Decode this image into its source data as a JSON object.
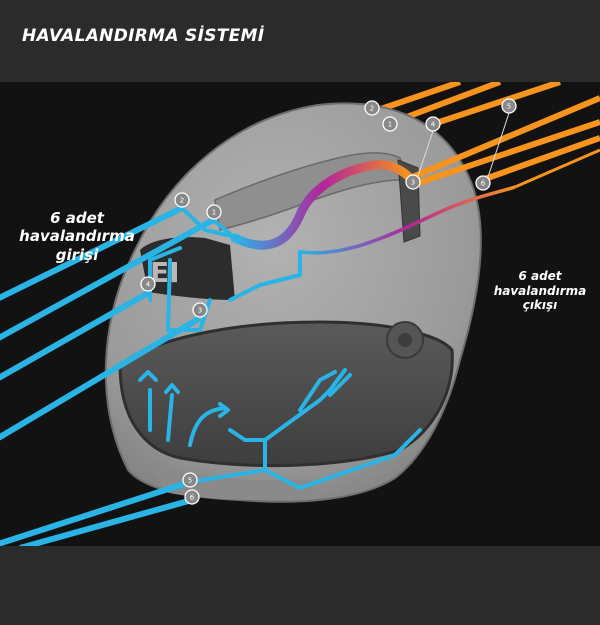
{
  "header": {
    "title": "HAVALANDIRMA SİSTEMİ"
  },
  "intake_label": {
    "line1": "6  adet",
    "line2": "havalandırma",
    "line3": "girişi"
  },
  "exhaust_label": {
    "line1": "6  adet",
    "line2": "havalandırma",
    "line3": "çıkışı"
  },
  "intake_markers": [
    "2",
    "1",
    "4",
    "3",
    "5",
    "6"
  ],
  "exhaust_markers": [
    "2",
    "1",
    "4",
    "3",
    "5",
    "6"
  ],
  "colors": {
    "intake": "#2ab4e6",
    "exhaust": "#f7941d",
    "transition": "#b3249a",
    "helmet": "#a4a4a4"
  },
  "icons": {
    "helmet": "helmet-illustration",
    "intake-flow": "blue-airflow-lines",
    "exhaust-flow": "orange-airflow-lines"
  }
}
